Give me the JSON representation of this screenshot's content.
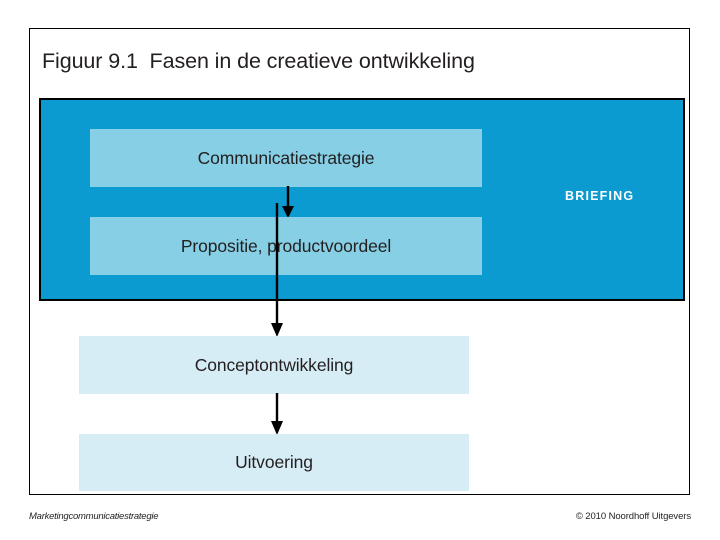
{
  "figure": {
    "title": "Figuur 9.1  Fasen in de creatieve ontwikkeling",
    "frame_border_color": "#000000",
    "background": "#ffffff"
  },
  "briefing": {
    "label": "BRIEFING",
    "fill_color": "#0b9bd0",
    "border_color": "#000000",
    "label_color": "#ffffff"
  },
  "diagram": {
    "type": "flowchart",
    "orientation": "vertical-top-down",
    "nodes": [
      {
        "id": "communicatiestrategie",
        "label": "Communicatiestrategie",
        "group": "briefing",
        "fill_color": "#86cfe5",
        "text_color": "#231f20",
        "order": 1
      },
      {
        "id": "propositie",
        "label": "Propositie, productvoordeel",
        "group": "briefing",
        "fill_color": "#86cfe5",
        "text_color": "#231f20",
        "order": 2
      },
      {
        "id": "conceptontwikkeling",
        "label": "Conceptontwikkeling",
        "group": "creatie",
        "fill_color": "#d6edf5",
        "text_color": "#231f20",
        "order": 3
      },
      {
        "id": "uitvoering",
        "label": "Uitvoering",
        "group": "creatie",
        "fill_color": "#d6edf5",
        "text_color": "#231f20",
        "order": 4
      }
    ],
    "edges": [
      {
        "id": "edge-1",
        "from": "communicatiestrategie",
        "to": "propositie",
        "style": "arrow-down",
        "color": "#000000"
      },
      {
        "id": "edge-2",
        "from": "propositie",
        "to": "conceptontwikkeling",
        "style": "arrow-down",
        "color": "#000000"
      },
      {
        "id": "edge-3",
        "from": "conceptontwikkeling",
        "to": "uitvoering",
        "style": "arrow-down",
        "color": "#000000"
      }
    ]
  },
  "footer": {
    "left": "Marketingcommunicatiestrategie",
    "right": "© 2010 Noordhoff Uitgevers"
  }
}
